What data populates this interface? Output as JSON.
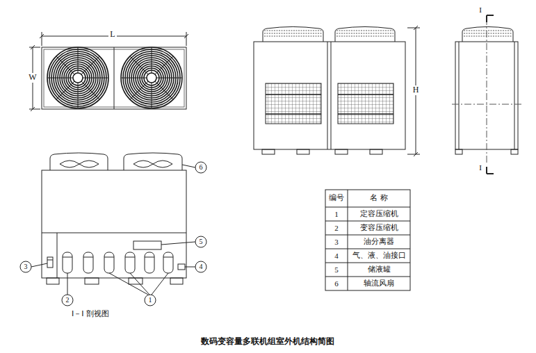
{
  "diagram": {
    "caption": "数码变容量多联机组室外机结构简图",
    "labels": [
      "L",
      "W",
      "H",
      "I",
      "I",
      "6",
      "5",
      "3",
      "4",
      "2",
      "1",
      "I－I 剖视图",
      "编号",
      "名 称",
      "1",
      "定容压缩机",
      "2",
      "变容压缩机",
      "3",
      "油分离器",
      "4",
      "气、液、油接口",
      "5",
      "储液罐",
      "6",
      "轴流风扇"
    ]
  }
}
